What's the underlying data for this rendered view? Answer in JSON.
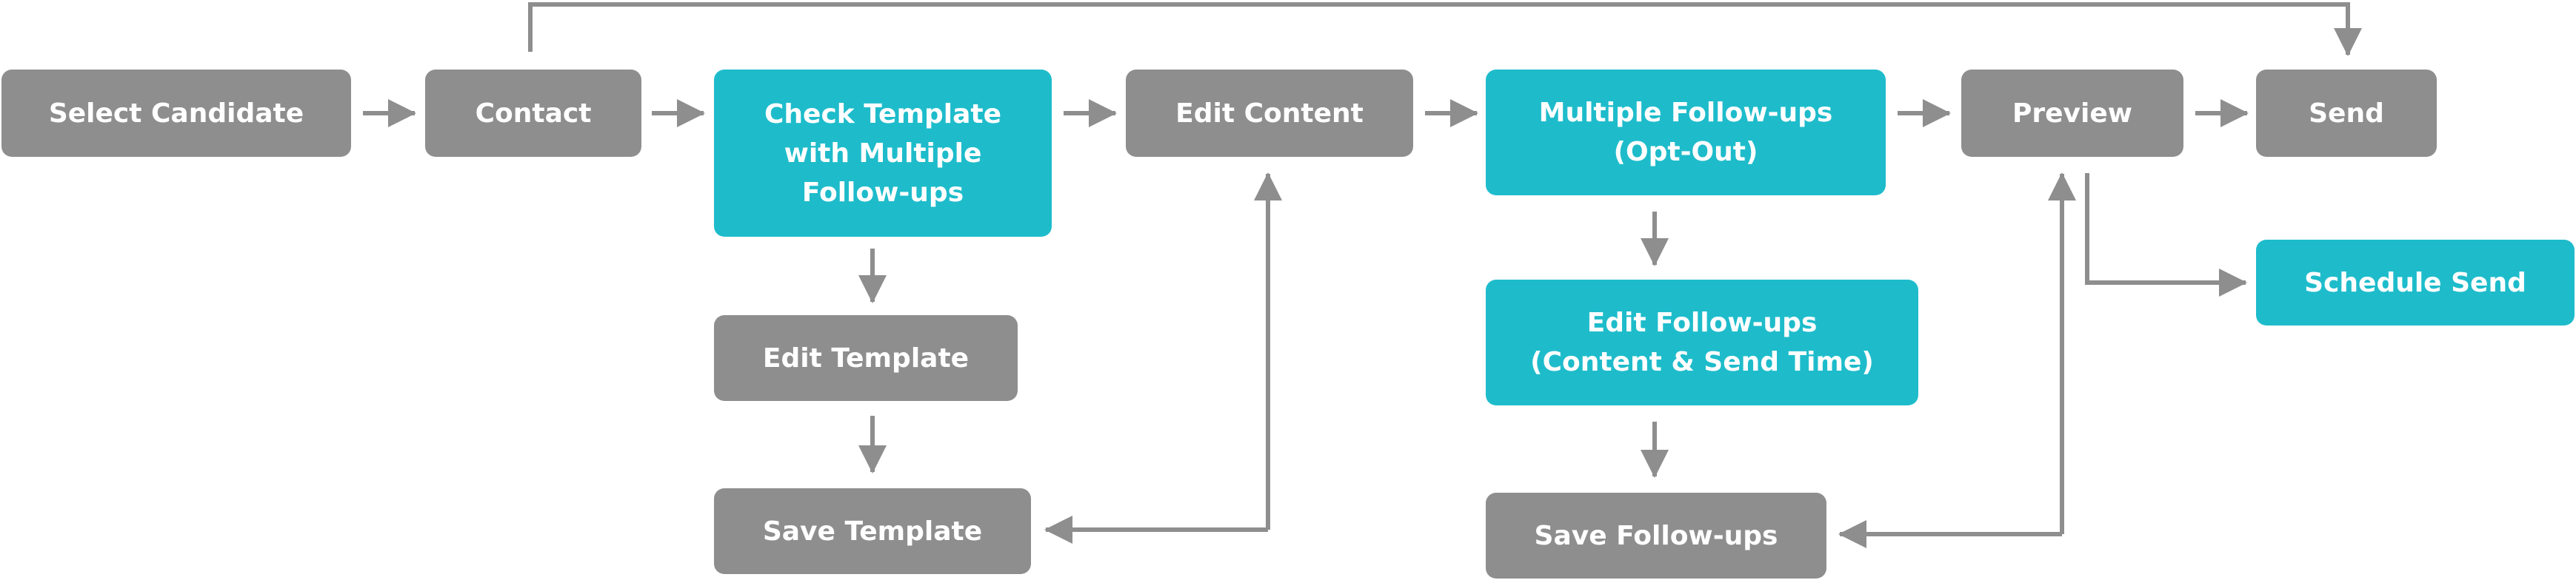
{
  "nodes": {
    "select_candidate": "Select Candidate",
    "contact": "Contact",
    "check_template": "Check Template\nwith Multiple\nFollow-ups",
    "edit_template": "Edit Template",
    "save_template": "Save Template",
    "edit_content": "Edit Content",
    "multiple_followups": "Multiple Follow-ups\n(Opt-Out)",
    "edit_followups": "Edit Follow-ups\n(Content & Send Time)",
    "save_followups": "Save Follow-ups",
    "preview": "Preview",
    "send": "Send",
    "schedule_send": "Schedule Send"
  },
  "colors": {
    "step": "#8e8e8e",
    "highlight": "#1ebccb",
    "connector": "#8e8e8e",
    "text": "#ffffff"
  }
}
